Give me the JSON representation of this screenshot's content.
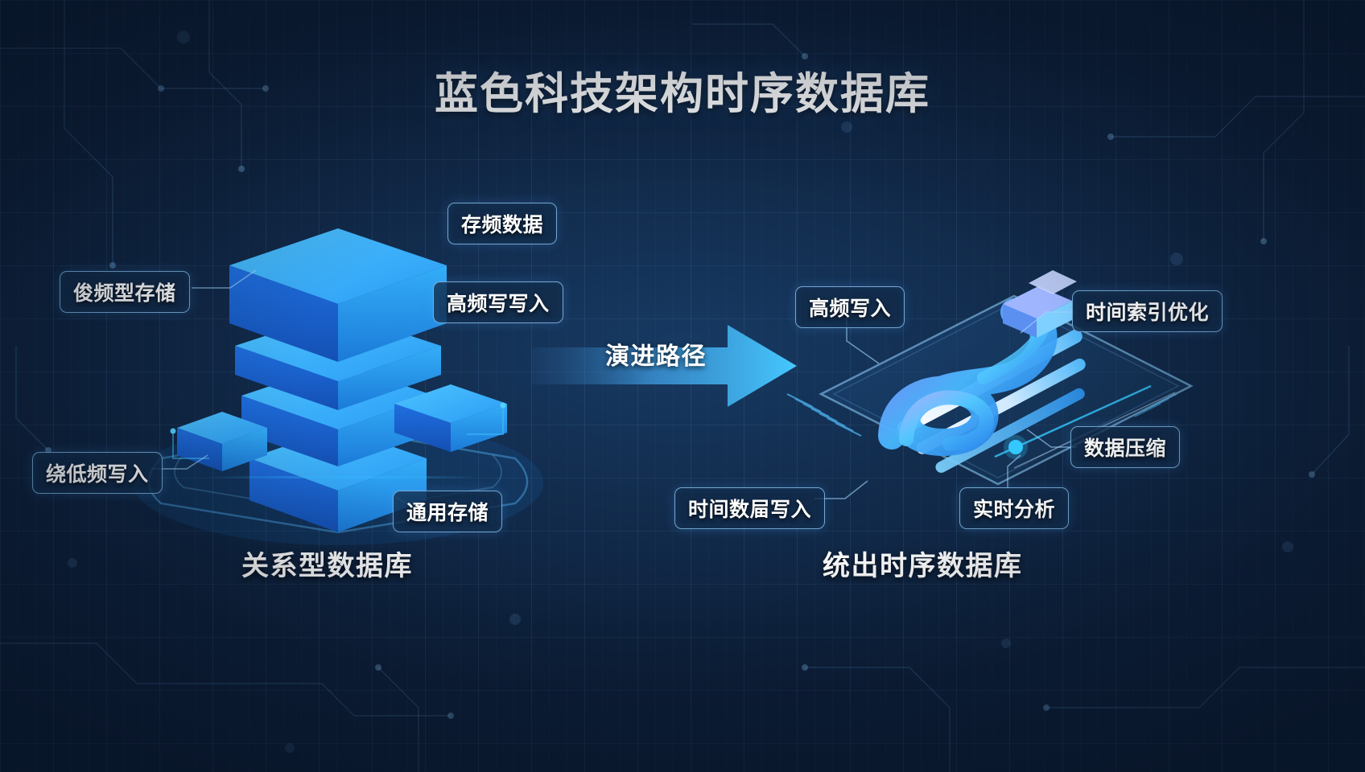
{
  "page": {
    "title": "蓝色科技架构时序数据库",
    "background_color": "#0f2440",
    "accent_color": "#35b6ff",
    "accent_color_2": "#1f7ce0",
    "accent_color_3": "#7b6cf6"
  },
  "left_panel": {
    "caption": "关系型数据库",
    "labels": [
      {
        "id": "low-freq-storage",
        "text": "俊频型存储"
      },
      {
        "id": "low-freq-write",
        "text": "绕低频写入"
      },
      {
        "id": "general-storage",
        "text": "通用存储"
      }
    ]
  },
  "center": {
    "top_label": {
      "id": "overlapped-top",
      "text": "存频数据"
    },
    "mid_label": {
      "id": "high-freq-write-left",
      "text": "高频写写入"
    },
    "arrow_label": "演进路径"
  },
  "right_panel": {
    "caption": "统出时序数据库",
    "labels": [
      {
        "id": "high-freq-write",
        "text": "高频写入"
      },
      {
        "id": "time-index-opt",
        "text": "时间索引优化"
      },
      {
        "id": "data-compression",
        "text": "数据压缩"
      },
      {
        "id": "realtime-analysis",
        "text": "实时分析"
      },
      {
        "id": "time-series-write",
        "text": "时间数屇写入"
      }
    ]
  }
}
